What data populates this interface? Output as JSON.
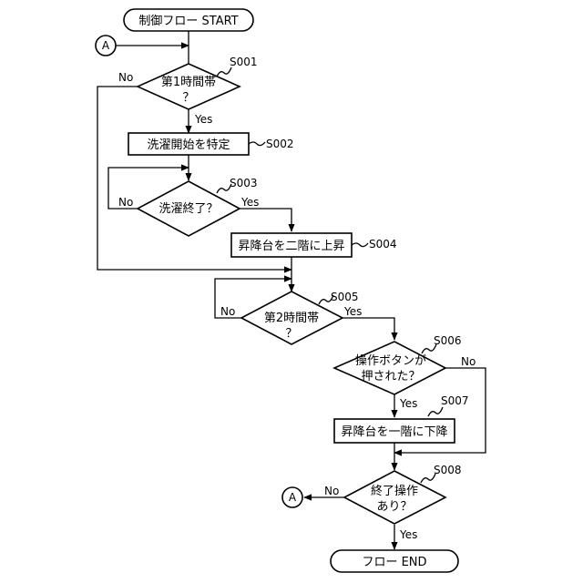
{
  "nodes": {
    "start": "制御フロー START",
    "connector_top": "A",
    "decision_first_period_line1": "第1時間帯",
    "decision_first_period_line2": "？",
    "process_identify_wash_start": "洗濯開始を特定",
    "decision_wash_done": "洗濯終了？",
    "process_raise_to_second_floor": "昇降台を二階に上昇",
    "decision_second_period_line1": "第2時間帯",
    "decision_second_period_line2": "？",
    "decision_button_pressed_line1": "操作ボタンが",
    "decision_button_pressed_line2": "押された？",
    "process_lower_to_first_floor": "昇降台を一階に下降",
    "decision_end_operation_line1": "終了操作",
    "decision_end_operation_line2": "あり？",
    "connector_bottom": "A",
    "end": "フロー END"
  },
  "steps": {
    "s001": "S001",
    "s002": "S002",
    "s003": "S003",
    "s004": "S004",
    "s005": "S005",
    "s006": "S006",
    "s007": "S007",
    "s008": "S008"
  },
  "edges": {
    "s001_no": "No",
    "s001_yes": "Yes",
    "s003_no": "No",
    "s003_yes": "Yes",
    "s005_no": "No",
    "s005_yes": "Yes",
    "s006_no": "No",
    "s006_yes": "Yes",
    "s008_no": "No",
    "s008_yes": "Yes"
  }
}
